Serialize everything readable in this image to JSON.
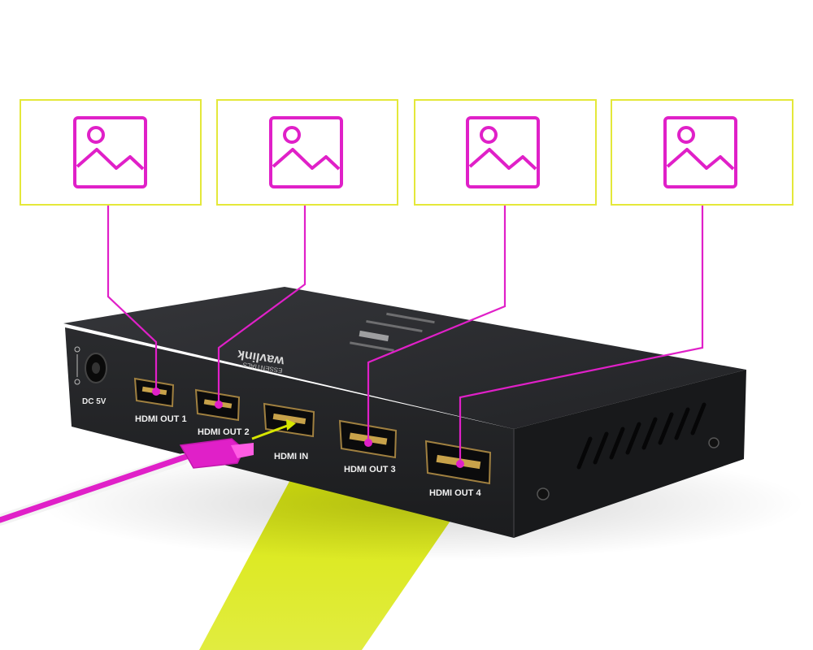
{
  "device": {
    "brand": "wavlink",
    "brand_sub": "ESSENTIALS",
    "power_label": "DC 5V",
    "ports": [
      {
        "id": "out1",
        "label": "HDMI OUT 1"
      },
      {
        "id": "out2",
        "label": "HDMI OUT 2"
      },
      {
        "id": "in",
        "label": "HDMI IN"
      },
      {
        "id": "out3",
        "label": "HDMI OUT 3"
      },
      {
        "id": "out4",
        "label": "HDMI OUT 4"
      }
    ]
  },
  "displays": [
    {
      "icon": "image-placeholder-icon"
    },
    {
      "icon": "image-placeholder-icon"
    },
    {
      "icon": "image-placeholder-icon"
    },
    {
      "icon": "image-placeholder-icon"
    }
  ],
  "colors": {
    "accent": "#e020c8",
    "frame": "#e4e83a",
    "beam": "#d7e600",
    "device_top": "#2b2c2e",
    "device_side": "#1e1f21"
  }
}
